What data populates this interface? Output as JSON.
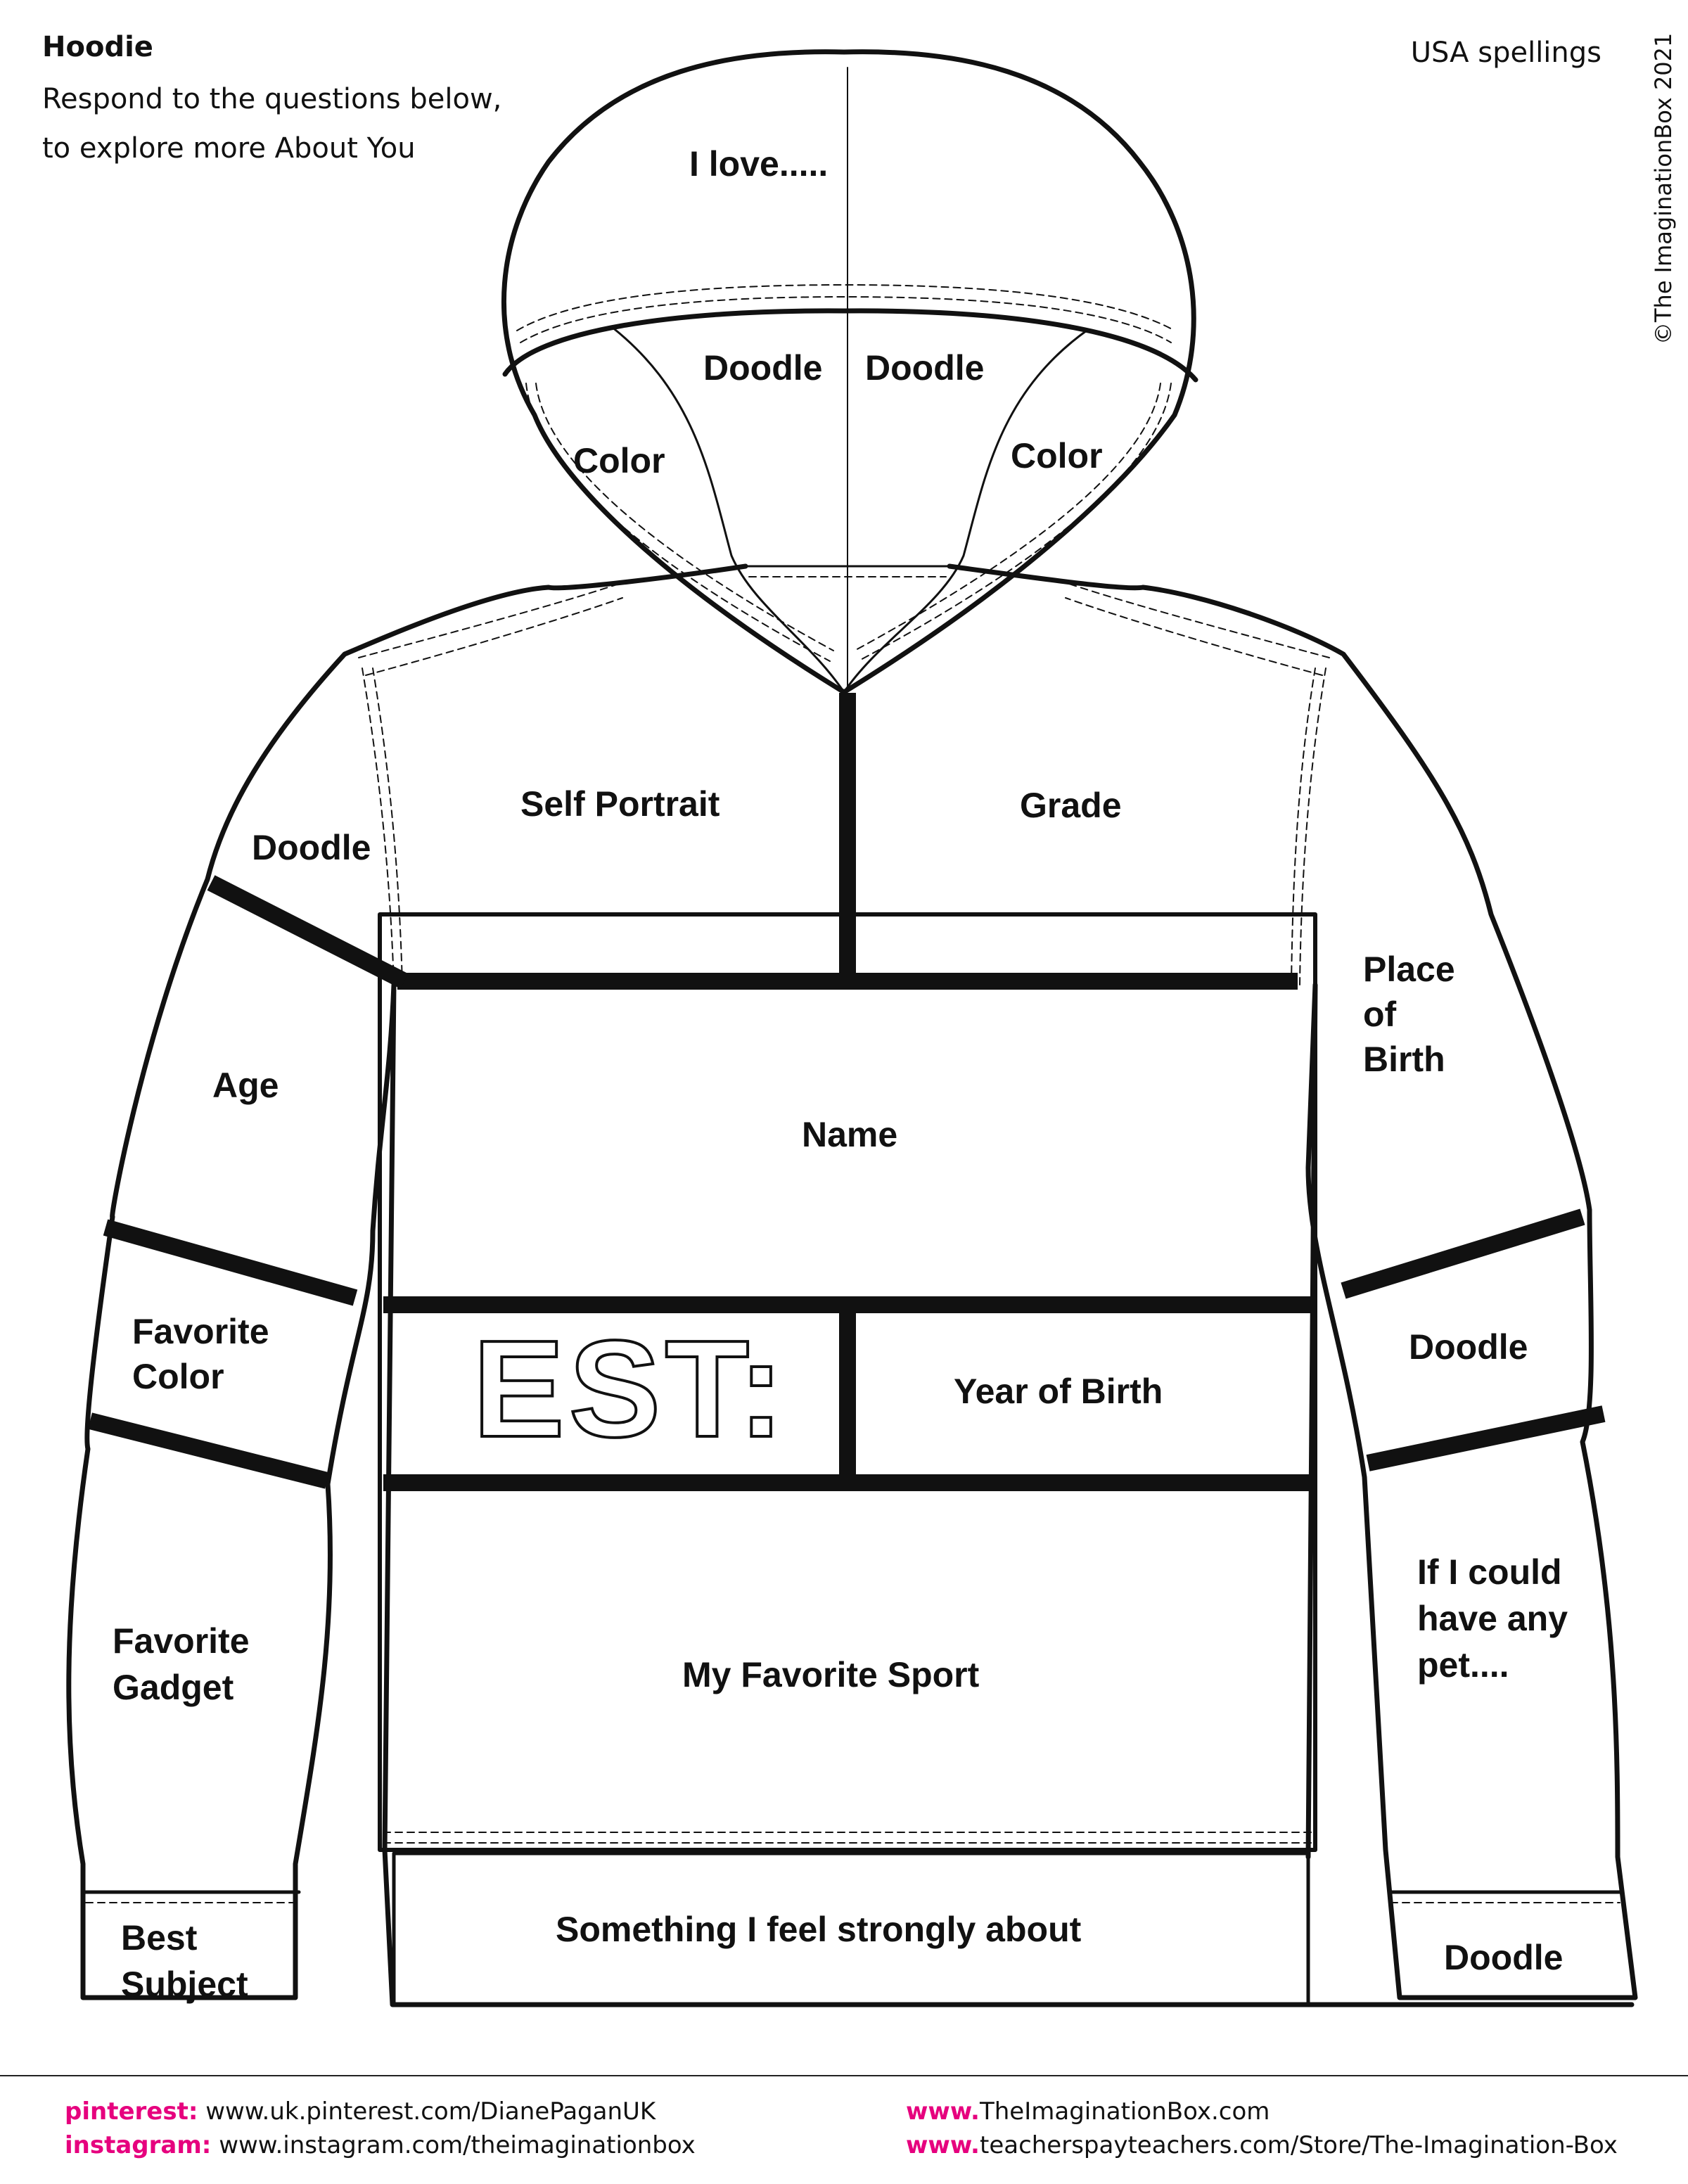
{
  "header": {
    "title": "Hoodie",
    "line1": "Respond to the questions below,",
    "line2": "to explore more About You",
    "spelling": "USA spellings",
    "copyright": "©The ImaginationBox 2021"
  },
  "labels": {
    "hood_top": "I love.....",
    "hood_doodle_left": "Doodle",
    "hood_doodle_right": "Doodle",
    "hood_color_left": "Color",
    "hood_color_right": "Color",
    "self_portrait": "Self Portrait",
    "grade": "Grade",
    "left_doodle": "Doodle",
    "age": "Age",
    "name": "Name",
    "place_of_birth": [
      "Place",
      "of",
      "Birth"
    ],
    "favorite_color": [
      "Favorite",
      "Color"
    ],
    "est": "EST:",
    "year_of_birth": "Year of Birth",
    "right_doodle_mid": "Doodle",
    "favorite_gadget": [
      "Favorite",
      "Gadget"
    ],
    "favorite_sport": "My Favorite Sport",
    "pet": [
      "If I could",
      "have any",
      "pet...."
    ],
    "best_subject": [
      "Best",
      "Subject"
    ],
    "strongly": "Something I feel strongly about",
    "right_doodle_bottom": "Doodle"
  },
  "footer": {
    "pinterest_label": "pinterest:",
    "pinterest_url": "www.uk.pinterest.com/DianePaganUK",
    "instagram_label": "instagram:",
    "instagram_url": "www.instagram.com/theimaginationbox",
    "www1_label": "www.",
    "www1_url": "TheImaginationBox.com",
    "www2_label": "www.",
    "www2_url": "teacherspayteachers.com/Store/The-Imagination-Box"
  },
  "colors": {
    "accent": "#e6007e",
    "ink": "#111111"
  }
}
